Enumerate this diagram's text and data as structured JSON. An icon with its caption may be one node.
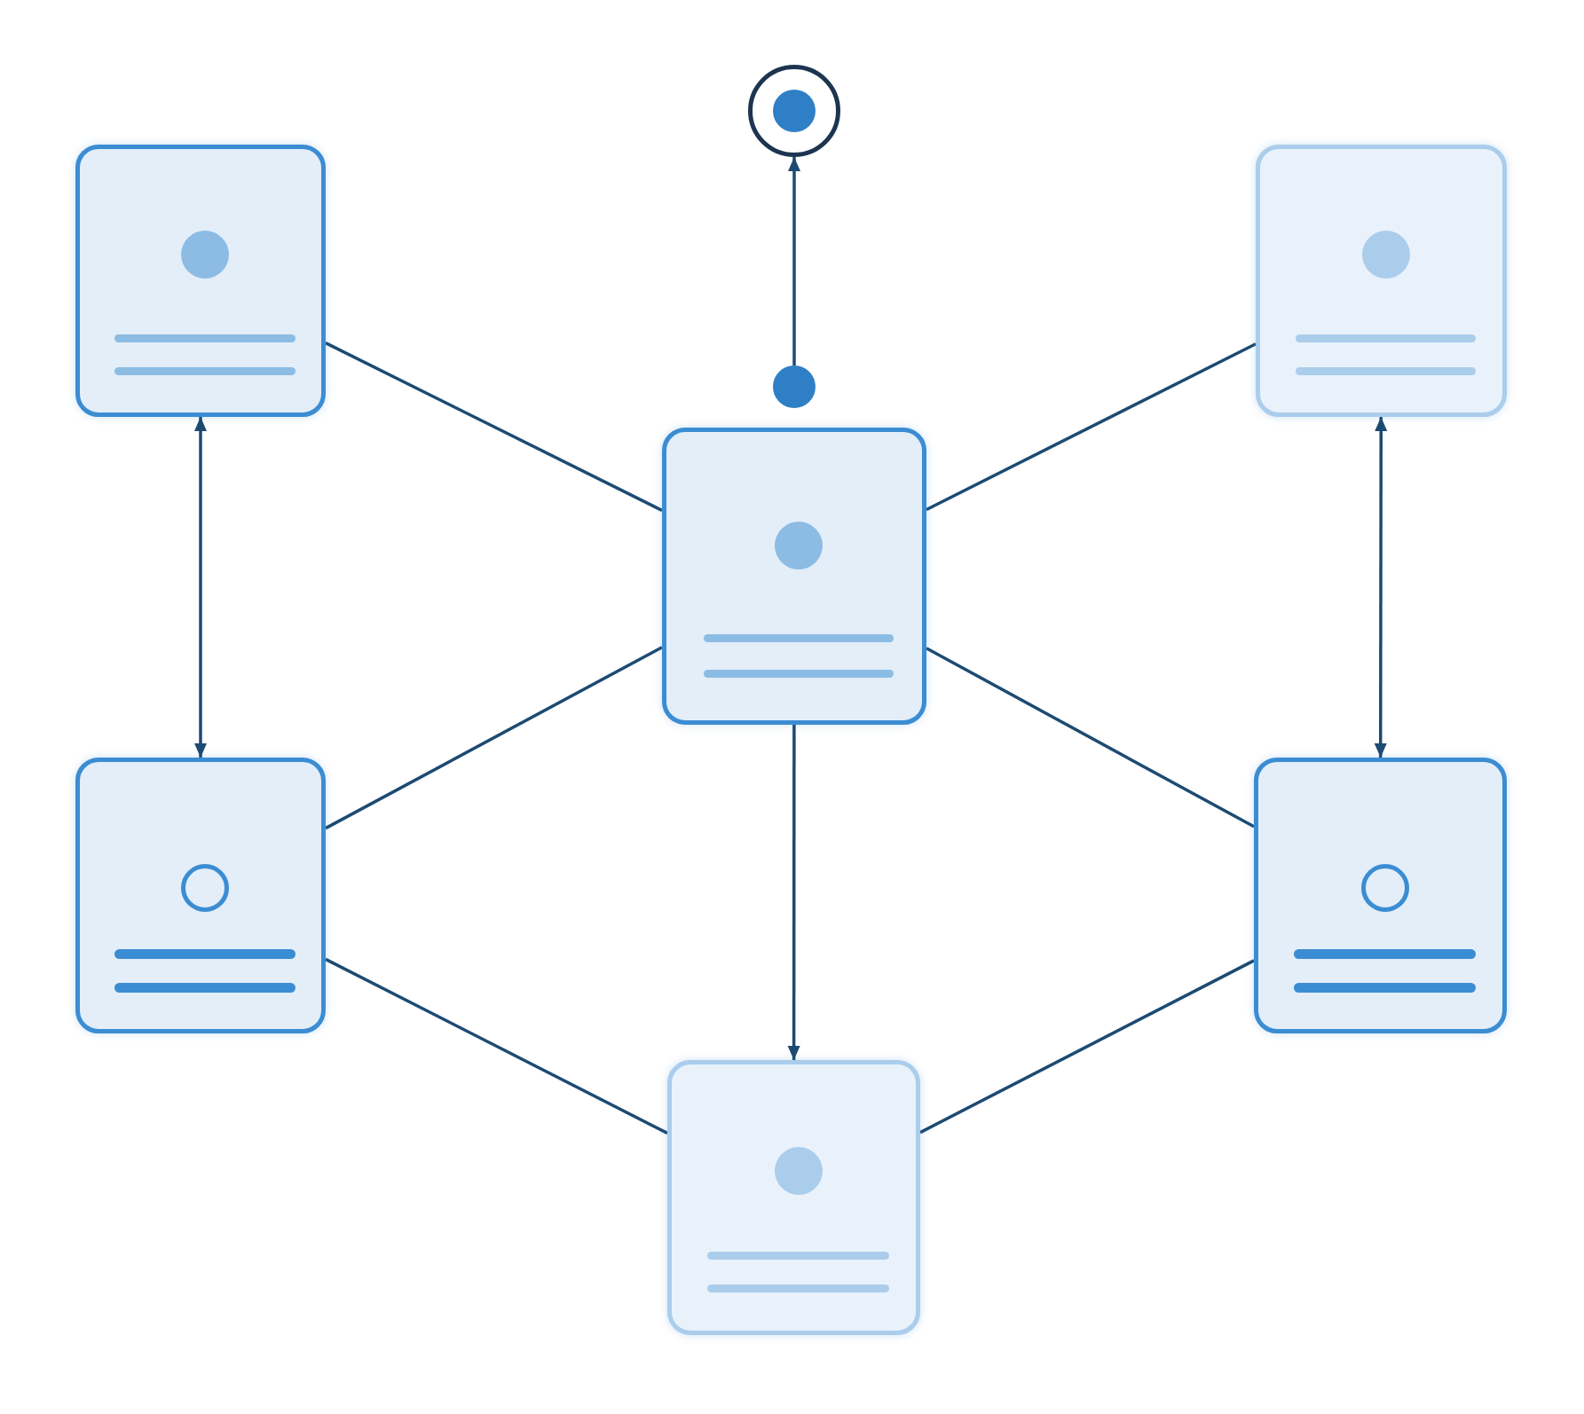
{
  "diagram": {
    "nodes": [
      {
        "text": [],
        "shape": "circle"
      },
      {
        "text": [],
        "shape": "box"
      },
      {
        "text": [],
        "shape": "box"
      },
      {
        "text": [],
        "shape": "circle"
      },
      {
        "text": [],
        "shape": "box"
      },
      {
        "text": [],
        "shape": "box"
      },
      {
        "text": [],
        "shape": "box"
      },
      {
        "text": [],
        "shape": "box"
      }
    ],
    "edges": [
      {
        "from": 3,
        "to": 0,
        "arrow": "to"
      },
      {
        "from": 1,
        "to": 4,
        "arrow": "none"
      },
      {
        "from": 2,
        "to": 4,
        "arrow": "none"
      },
      {
        "from": 1,
        "to": 5,
        "arrow": "both"
      },
      {
        "from": 2,
        "to": 6,
        "arrow": "both"
      },
      {
        "from": 4,
        "to": 5,
        "arrow": "none"
      },
      {
        "from": 4,
        "to": 6,
        "arrow": "none"
      },
      {
        "from": 4,
        "to": 7,
        "arrow": "to"
      },
      {
        "from": 5,
        "to": 7,
        "arrow": "none"
      },
      {
        "from": 6,
        "to": 7,
        "arrow": "none"
      }
    ]
  }
}
